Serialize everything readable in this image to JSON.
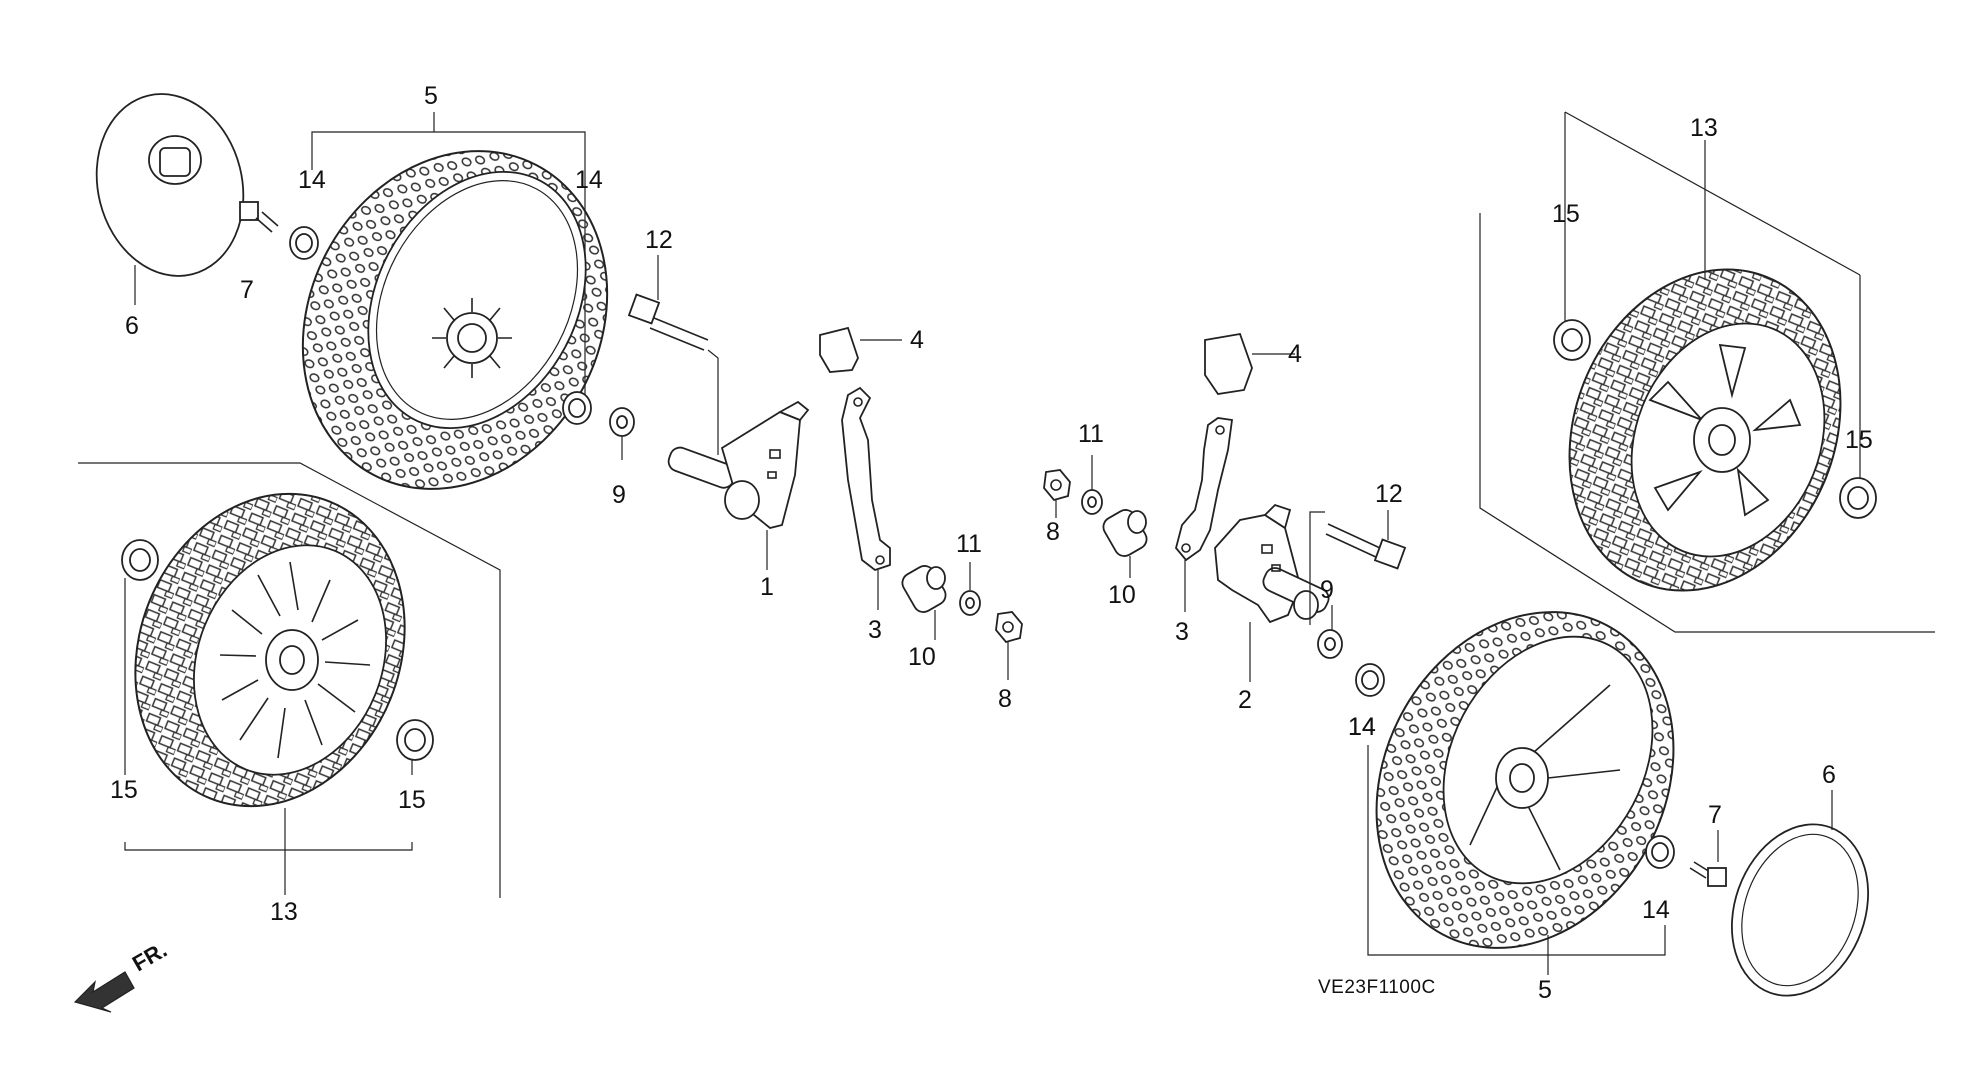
{
  "diagram": {
    "code": "VE23F1100C",
    "direction_label": "FR.",
    "callouts": [
      {
        "id": "c5a",
        "label": "5"
      },
      {
        "id": "c14a",
        "label": "14"
      },
      {
        "id": "c14b",
        "label": "14"
      },
      {
        "id": "c14c",
        "label": "14"
      },
      {
        "id": "c6a",
        "label": "6"
      },
      {
        "id": "c7a",
        "label": "7"
      },
      {
        "id": "c9a",
        "label": "9"
      },
      {
        "id": "c12a",
        "label": "12"
      },
      {
        "id": "c4a",
        "label": "4"
      },
      {
        "id": "c1",
        "label": "1"
      },
      {
        "id": "c3a",
        "label": "3"
      },
      {
        "id": "c10a",
        "label": "10"
      },
      {
        "id": "c11a",
        "label": "11"
      },
      {
        "id": "c8a",
        "label": "8"
      },
      {
        "id": "c15a",
        "label": "15"
      },
      {
        "id": "c15b",
        "label": "15"
      },
      {
        "id": "c13a",
        "label": "13"
      },
      {
        "id": "c4b",
        "label": "4"
      },
      {
        "id": "c11b",
        "label": "11"
      },
      {
        "id": "c8b",
        "label": "8"
      },
      {
        "id": "c10b",
        "label": "10"
      },
      {
        "id": "c3b",
        "label": "3"
      },
      {
        "id": "c2",
        "label": "2"
      },
      {
        "id": "c12b",
        "label": "12"
      },
      {
        "id": "c9b",
        "label": "9"
      },
      {
        "id": "c14d",
        "label": "14"
      },
      {
        "id": "c14e",
        "label": "14"
      },
      {
        "id": "c5b",
        "label": "5"
      },
      {
        "id": "c7b",
        "label": "7"
      },
      {
        "id": "c6b",
        "label": "6"
      },
      {
        "id": "c13b",
        "label": "13"
      },
      {
        "id": "c15c",
        "label": "15"
      },
      {
        "id": "c15d",
        "label": "15"
      }
    ]
  }
}
